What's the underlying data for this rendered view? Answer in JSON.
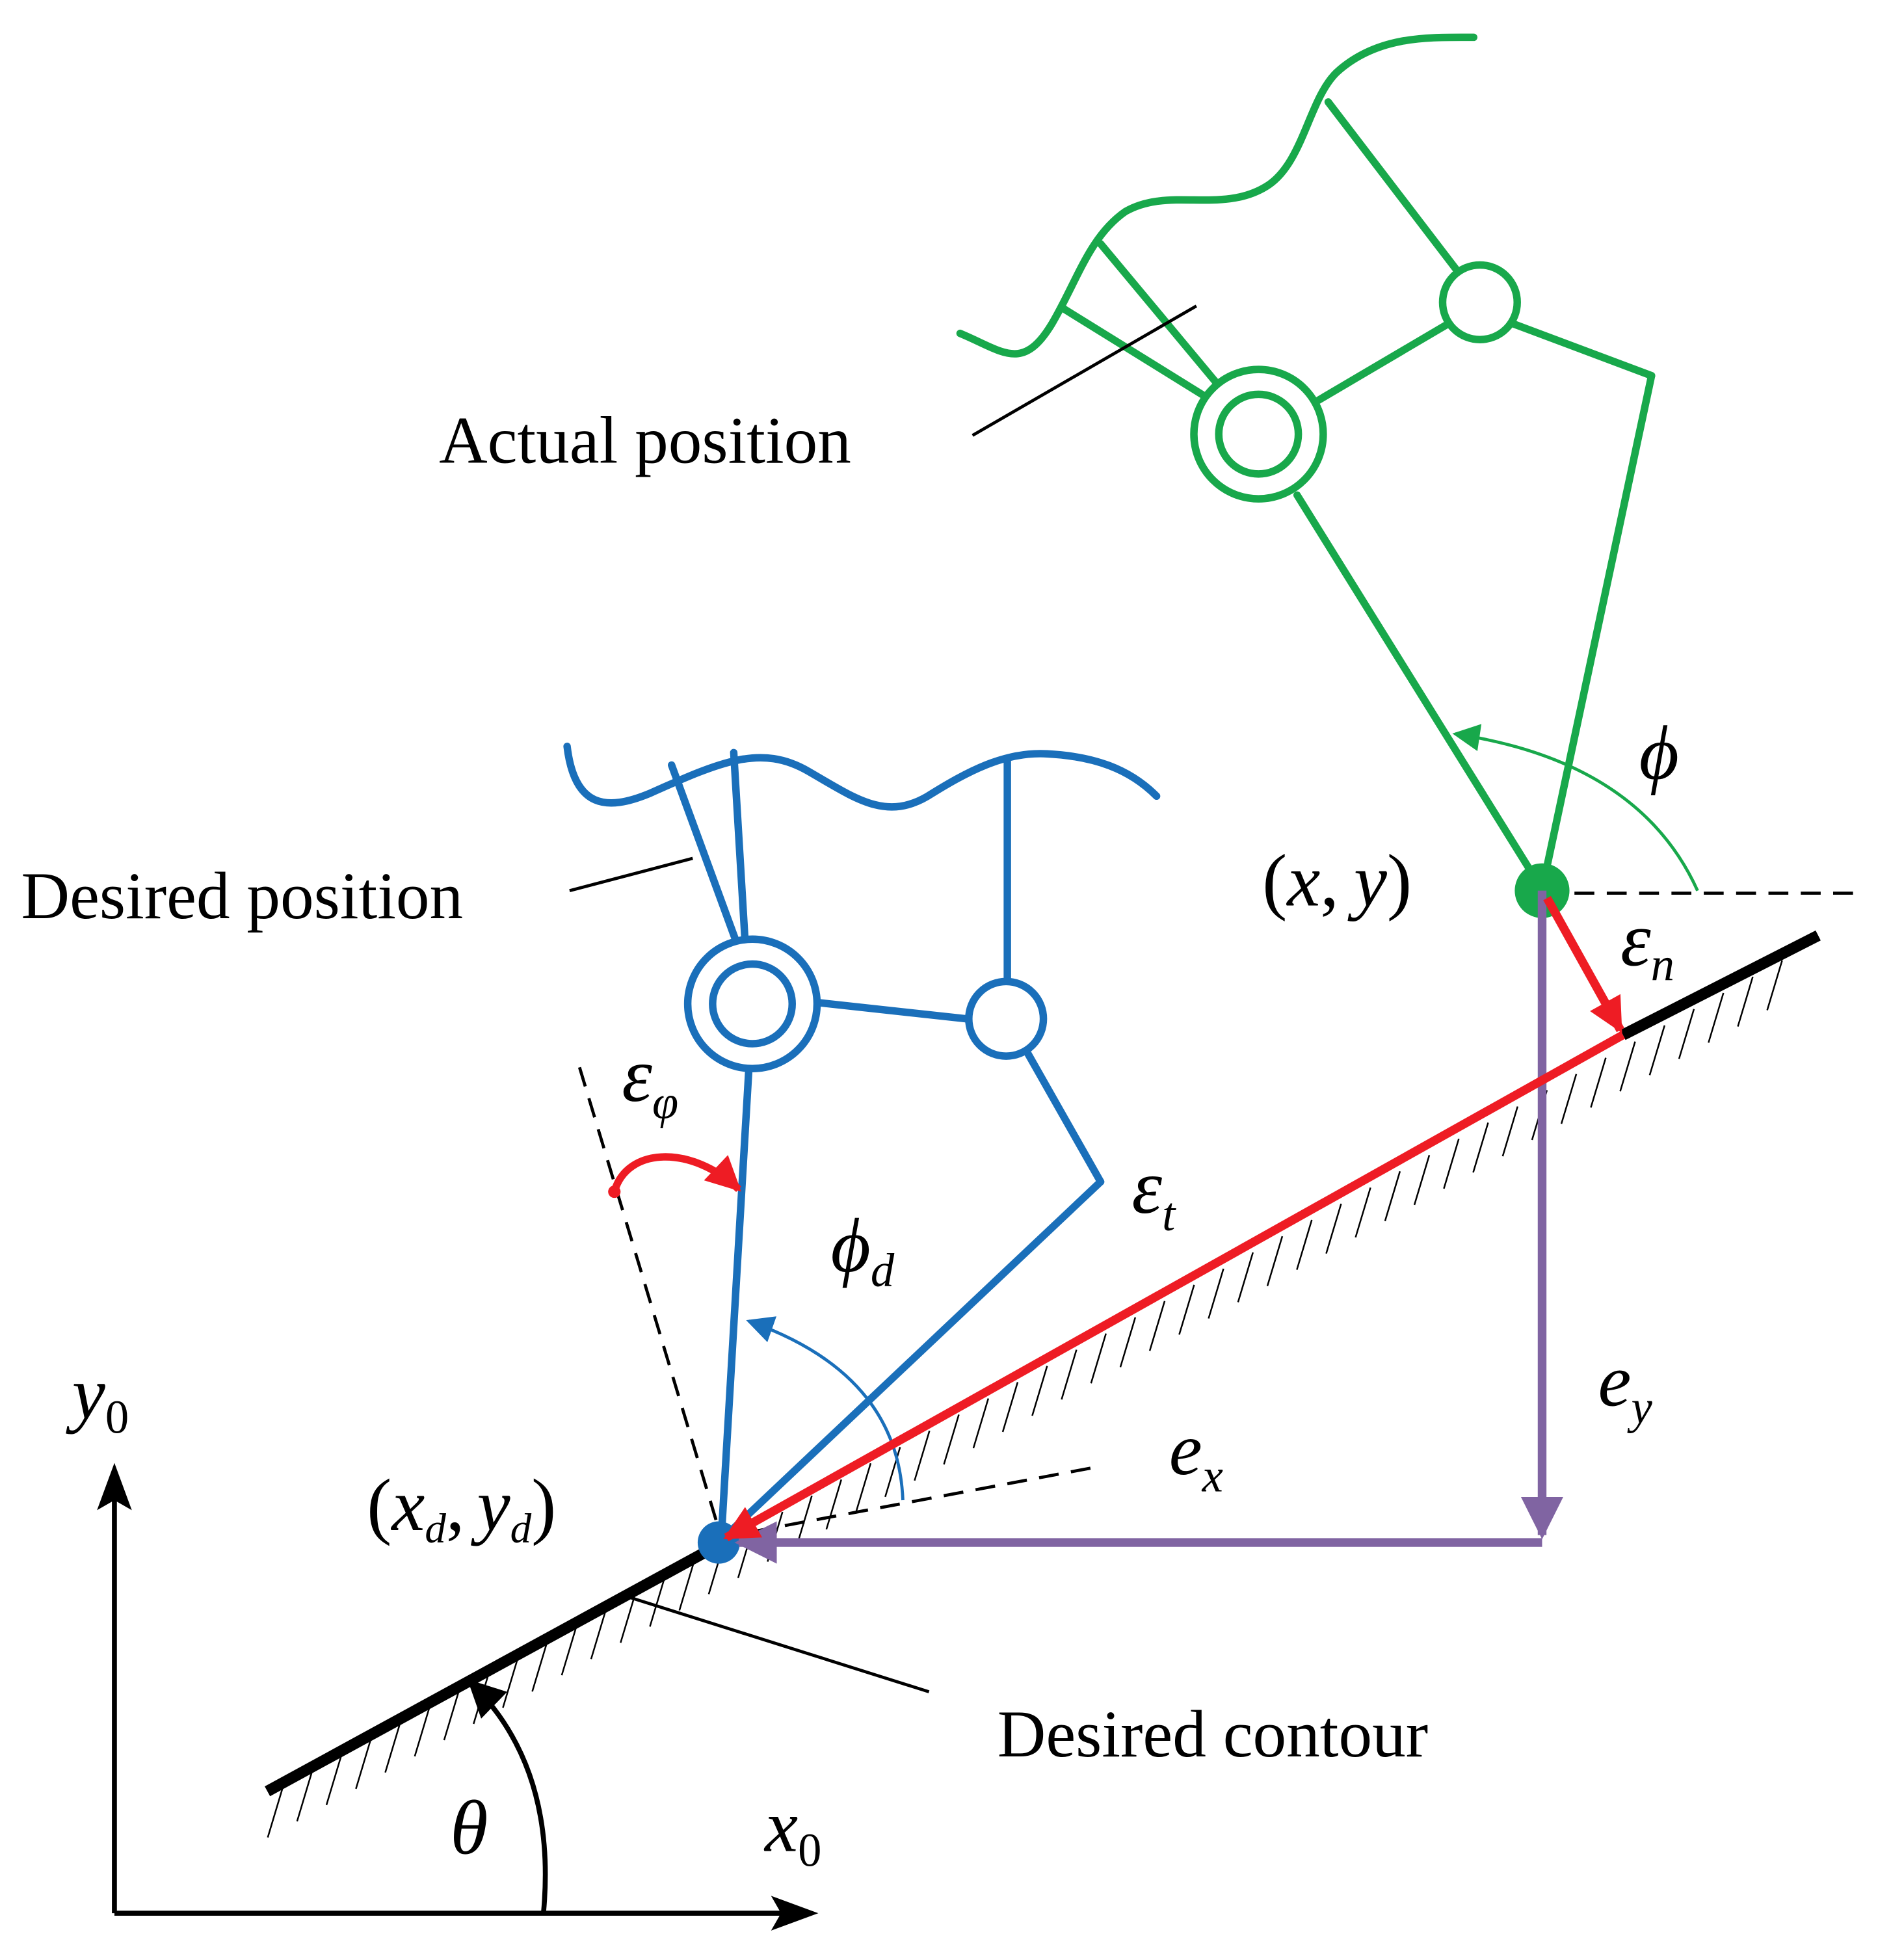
{
  "labels": {
    "actual_position": "Actual position",
    "desired_position": "Desired position",
    "desired_contour": "Desired contour"
  },
  "symbols": {
    "x0": "x",
    "x0_sub": "0",
    "y0": "y",
    "y0_sub": "0",
    "theta": "θ",
    "phi": "ϕ",
    "phi_d": "ϕ",
    "phi_d_sub": "d",
    "eps_n": "ε",
    "eps_n_sub": "n",
    "eps_t": "ε",
    "eps_t_sub": "t",
    "eps_phi": "ε",
    "eps_phi_sub": "φ",
    "e_x": "e",
    "e_x_sub": "x",
    "e_y": "e",
    "e_y_sub": "y"
  },
  "coords": {
    "actual": {
      "open": "(",
      "x": "x",
      "comma": ",",
      "y": "y",
      "close": ")"
    },
    "desired": {
      "open": "(",
      "x": "x",
      "x_sub": "d",
      "comma": ",",
      "y": "y",
      "y_sub": "d",
      "close": ")"
    }
  },
  "colors": {
    "actual_robot": "#18a84b",
    "desired_robot": "#1a6fba",
    "contour_error": "#ee1c24",
    "axis_error": "#8064a2",
    "contour": "#000000"
  }
}
